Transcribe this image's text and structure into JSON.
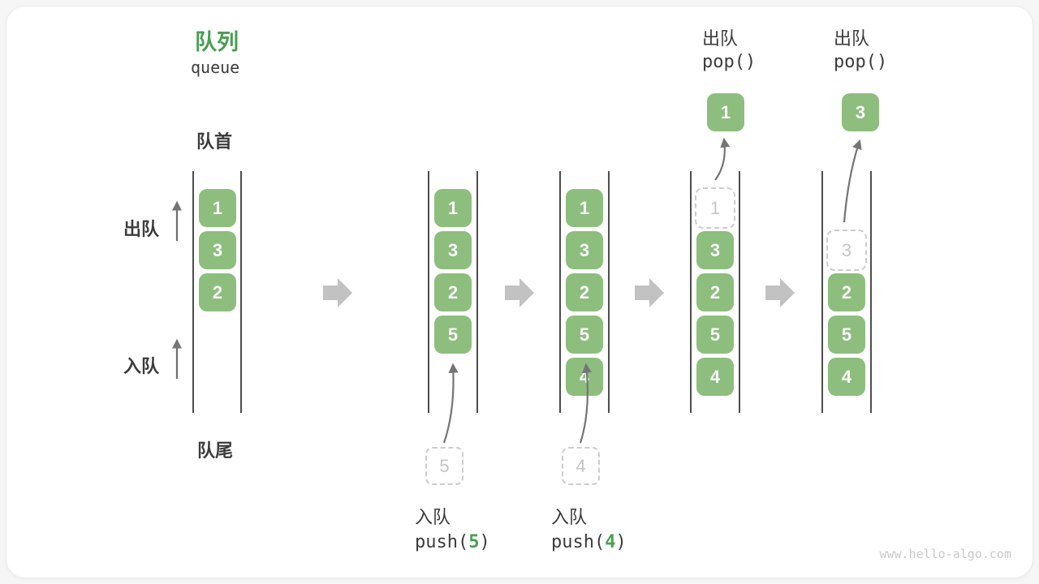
{
  "title": {
    "zh": "队列",
    "en": "queue"
  },
  "side_labels": {
    "front": "队首",
    "rear": "队尾",
    "dequeue": "出队",
    "enqueue": "入队"
  },
  "colors": {
    "box_green": "#8dbe7d",
    "accent_green": "#4a9e52",
    "dark_text": "#3c3c3c",
    "block_arrow_gray": "#c2c2c2",
    "thin_arrow_gray": "#757575",
    "ghost_gray": "#c6c6c6"
  },
  "states": [
    {
      "cells": [
        "1",
        "3",
        "2"
      ]
    },
    {
      "cells": [
        "1",
        "3",
        "2",
        "5"
      ],
      "pending": "5",
      "op": {
        "zh": "入队",
        "pre": "push(",
        "arg": "5",
        "post": ")"
      }
    },
    {
      "cells": [
        "1",
        "3",
        "2",
        "5",
        "4"
      ],
      "pending": "4",
      "op": {
        "zh": "入队",
        "pre": "push(",
        "arg": "4",
        "post": ")"
      }
    },
    {
      "ghost": "1",
      "cells": [
        "3",
        "2",
        "5",
        "4"
      ],
      "popped": "1",
      "op": {
        "zh": "出队",
        "pre": "pop()",
        "arg": "",
        "post": ""
      }
    },
    {
      "ghost": "3",
      "cells": [
        "2",
        "5",
        "4"
      ],
      "popped": "3",
      "op": {
        "zh": "出队",
        "pre": "pop()",
        "arg": "",
        "post": ""
      }
    }
  ],
  "watermark": "www.hello-algo.com"
}
